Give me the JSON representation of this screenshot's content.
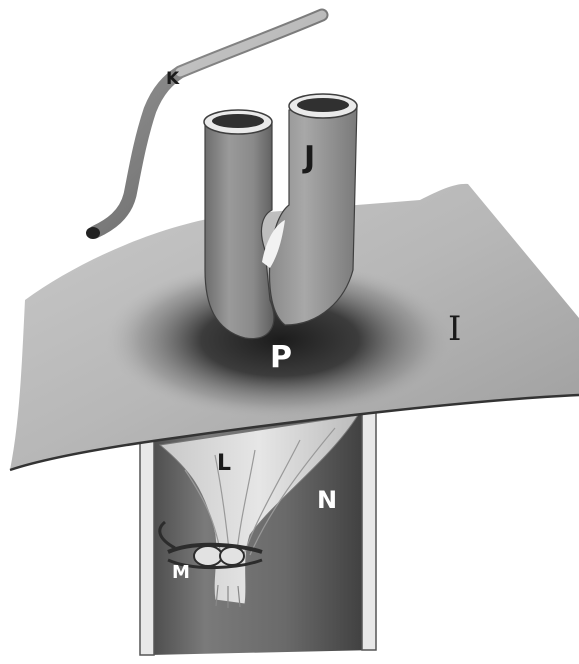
{
  "figure": {
    "labels": {
      "k": "K",
      "j": "J",
      "i": "I",
      "p": "P",
      "l": "L",
      "n": "N",
      "m": "M"
    }
  }
}
